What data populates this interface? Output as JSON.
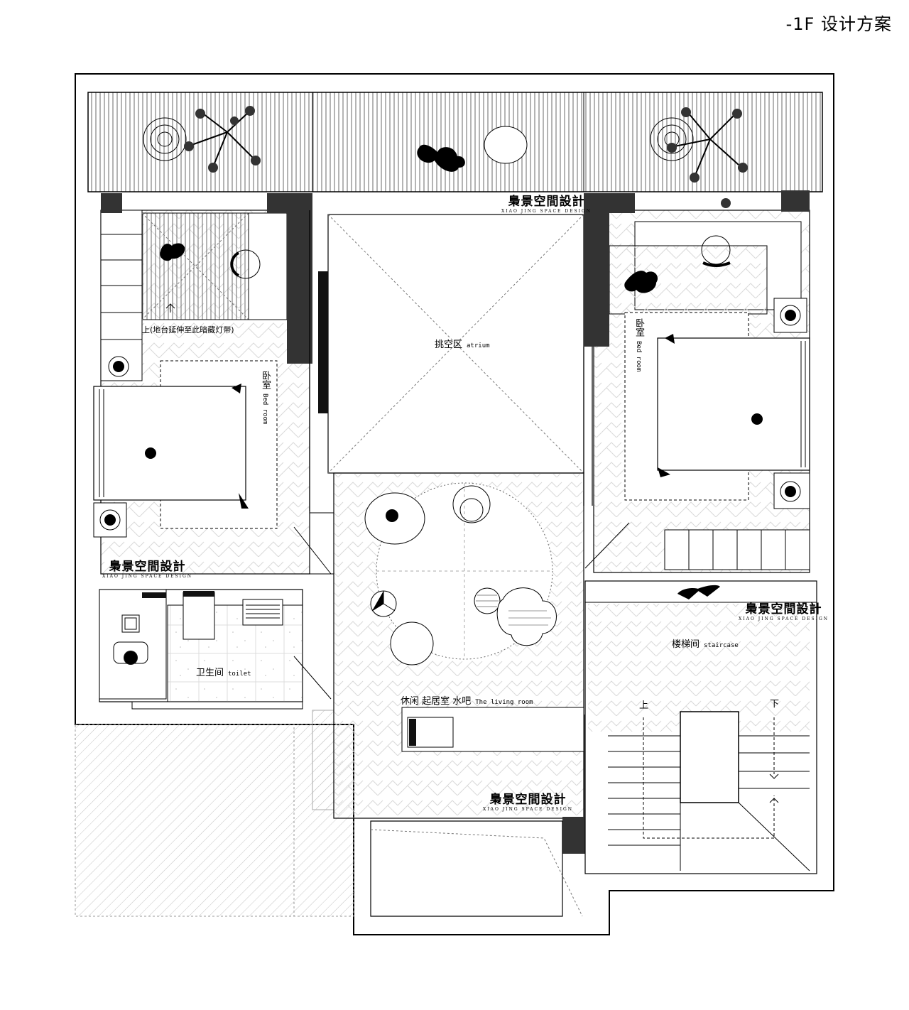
{
  "title": "-1F 设计方案",
  "rooms": {
    "atrium": {
      "cn": "挑空区",
      "en": "atrium"
    },
    "bedroom_left": {
      "cn": "卧室",
      "en": "Bed room"
    },
    "bedroom_right": {
      "cn": "卧室",
      "en": "Bed room"
    },
    "toilet": {
      "cn": "卫生间",
      "en": "toilet"
    },
    "staircase": {
      "cn": "楼梯间",
      "en": "staircase"
    },
    "living": {
      "cn": "休闲 起居室 水吧",
      "en": "The living room"
    }
  },
  "notes": {
    "balcony_extend": "上(地台延伸至此暗藏灯带)",
    "stair_up": "上",
    "stair_down": "下"
  },
  "watermark": {
    "cn": "梟景空間設計",
    "en": "XIAO JING SPACE DESIGN"
  },
  "colors": {
    "wall": "#333333",
    "line": "#000000",
    "hatch": "#bbbbbb",
    "bg": "#ffffff"
  }
}
